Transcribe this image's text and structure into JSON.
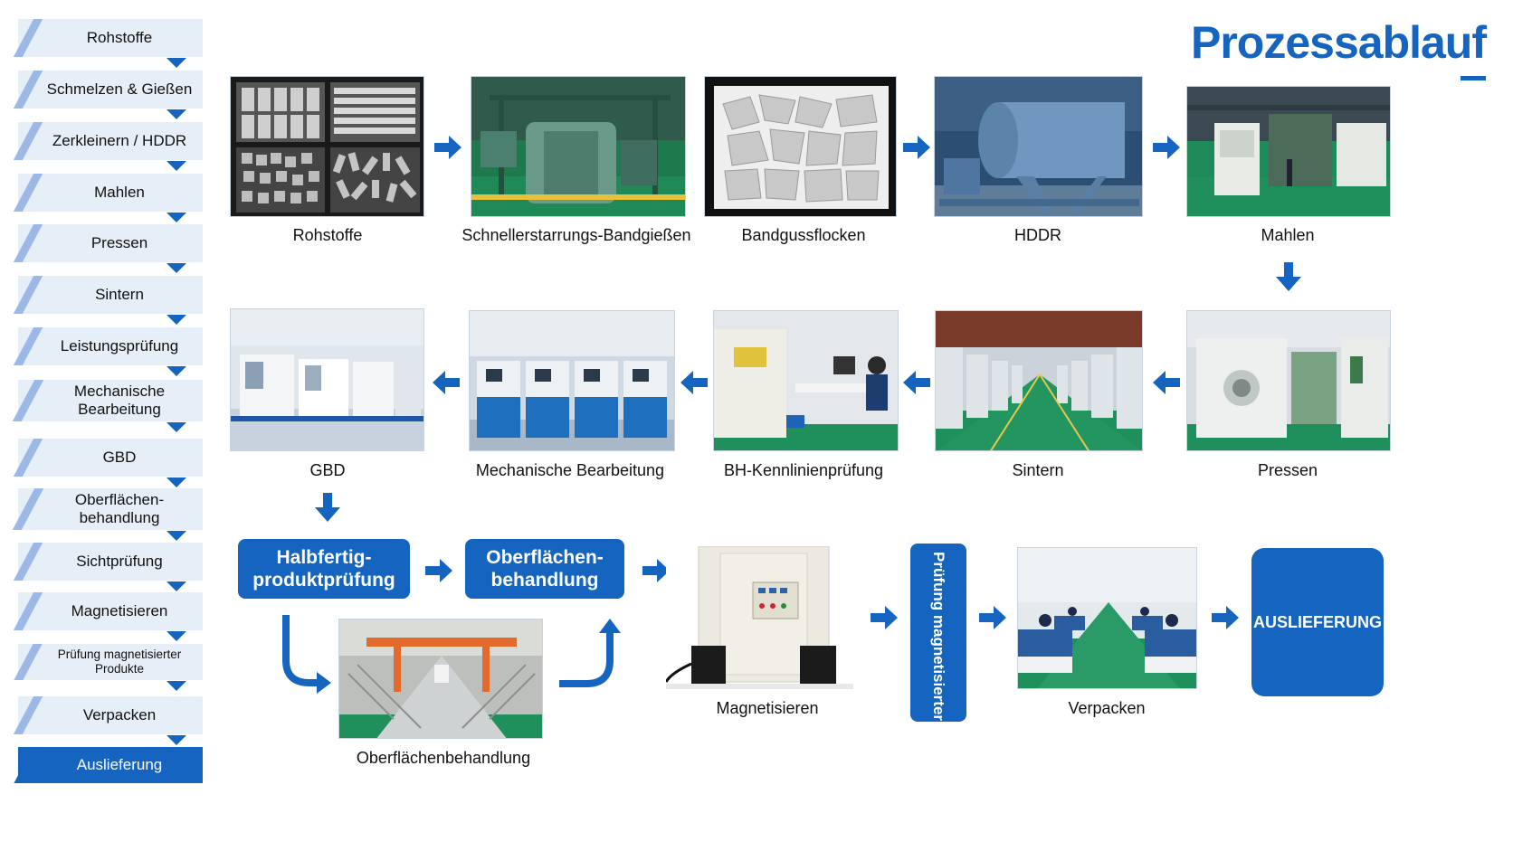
{
  "title": "Prozessablauf",
  "sidebar": {
    "items": [
      {
        "label": "Rohstoffe"
      },
      {
        "label": "Schmelzen & Gießen"
      },
      {
        "label": "Zerkleinern / HDDR"
      },
      {
        "label": "Mahlen"
      },
      {
        "label": "Pressen"
      },
      {
        "label": "Sintern"
      },
      {
        "label": "Leistungsprüfung"
      },
      {
        "label": "Mechanische Bearbeitung"
      },
      {
        "label": "GBD"
      },
      {
        "label": "Oberflächen-behandlung"
      },
      {
        "label": "Sichtprüfung"
      },
      {
        "label": "Magnetisieren"
      },
      {
        "label": "Prüfung magnetisierter Produkte"
      },
      {
        "label": "Verpacken"
      },
      {
        "label": "Auslieferung"
      }
    ]
  },
  "row1": [
    {
      "caption": "Rohstoffe"
    },
    {
      "caption": "Schnellerstarrungs-Bandgießen"
    },
    {
      "caption": "Bandgussflocken"
    },
    {
      "caption": "HDDR"
    },
    {
      "caption": "Mahlen"
    }
  ],
  "row2": [
    {
      "caption": "GBD"
    },
    {
      "caption": "Mechanische Bearbeitung"
    },
    {
      "caption": "BH-Kennlinienprüfung"
    },
    {
      "caption": "Sintern"
    },
    {
      "caption": "Pressen"
    }
  ],
  "row3": {
    "box_half": "Halbfertig-produktprüfung",
    "box_surface": "Oberflächen-behandlung",
    "surface_caption": "Oberflächenbehandlung",
    "magnet_caption": "Magnetisieren",
    "box_check": "Prüfung magnetisierter Produkte",
    "pack_caption": "Verpacken",
    "box_delivery": "AUSLIEFERUNG"
  },
  "colors": {
    "accent": "#1565c0",
    "sidebar_bg": "#e6eef8",
    "floor_green": "#1e8a5a"
  },
  "icons": [
    "arrow-right-icon",
    "arrow-left-icon",
    "arrow-down-icon",
    "curved-arrow-icon"
  ]
}
